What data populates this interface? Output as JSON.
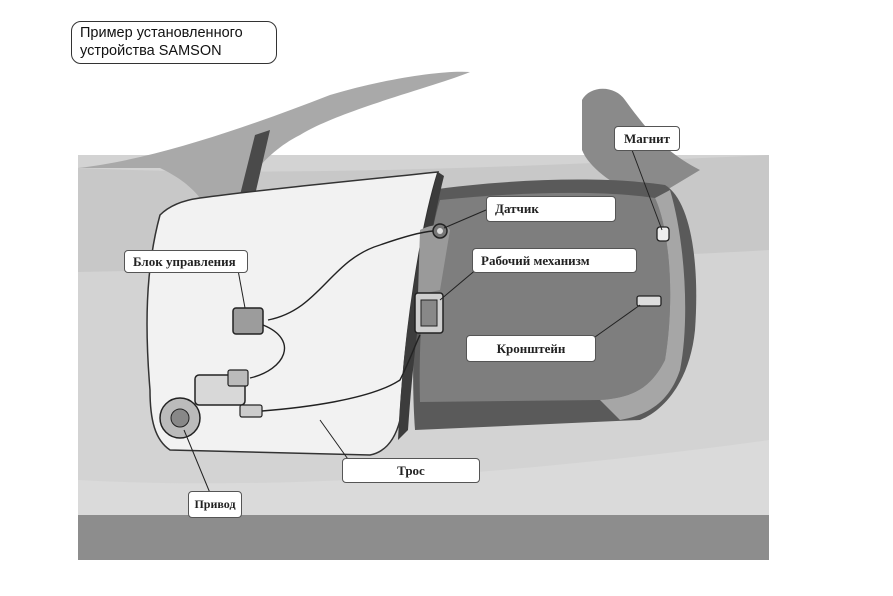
{
  "title": {
    "line1": "Пример установленного",
    "line2": "устройства SAMSON"
  },
  "labels": {
    "magnet": "Магнит",
    "sensor": "Датчик",
    "control_unit": "Блок управления",
    "mechanism": "Рабочий механизм",
    "bracket": "Кронштейн",
    "cable": "Трос",
    "drive": "Привод"
  }
}
